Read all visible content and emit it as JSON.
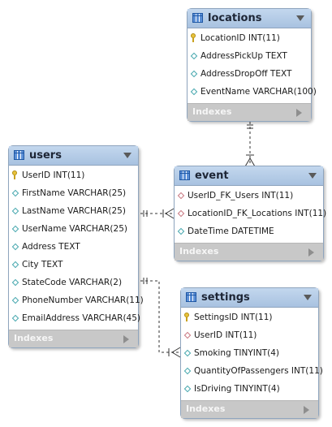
{
  "footer_label": "Indexes",
  "tables": {
    "locations": {
      "name": "locations",
      "columns": [
        {
          "icon": "key",
          "text": "LocationID INT(11)"
        },
        {
          "icon": "col",
          "text": "AddressPickUp TEXT"
        },
        {
          "icon": "col",
          "text": "AddressDropOff TEXT"
        },
        {
          "icon": "col",
          "text": "EventName VARCHAR(100)"
        }
      ]
    },
    "users": {
      "name": "users",
      "columns": [
        {
          "icon": "key",
          "text": "UserID INT(11)"
        },
        {
          "icon": "col",
          "text": "FirstName VARCHAR(25)"
        },
        {
          "icon": "col",
          "text": "LastName VARCHAR(25)"
        },
        {
          "icon": "col",
          "text": "UserName VARCHAR(25)"
        },
        {
          "icon": "col",
          "text": "Address TEXT"
        },
        {
          "icon": "col",
          "text": "City TEXT"
        },
        {
          "icon": "col",
          "text": "StateCode VARCHAR(2)"
        },
        {
          "icon": "col",
          "text": "PhoneNumber VARCHAR(11)"
        },
        {
          "icon": "col",
          "text": "EmailAddress VARCHAR(45)"
        }
      ]
    },
    "event": {
      "name": "event",
      "columns": [
        {
          "icon": "fk",
          "text": "UserID_FK_Users INT(11)"
        },
        {
          "icon": "fk",
          "text": "LocationID_FK_Locations INT(11)"
        },
        {
          "icon": "col",
          "text": "DateTime DATETIME"
        }
      ]
    },
    "settings": {
      "name": "settings",
      "columns": [
        {
          "icon": "key",
          "text": "SettingsID INT(11)"
        },
        {
          "icon": "fk",
          "text": "UserID INT(11)"
        },
        {
          "icon": "col",
          "text": "Smoking TINYINT(4)"
        },
        {
          "icon": "col",
          "text": "QuantityOfPassengers INT(11)"
        },
        {
          "icon": "col",
          "text": "IsDriving TINYINT(4)"
        }
      ]
    }
  },
  "colors": {
    "header": "#a8c2e0",
    "footer": "#c8c8c8",
    "connector": "#333333",
    "pk_icon": "#e8c23c",
    "column_icon": "#43a6ad",
    "fk_icon": "#c8767f"
  }
}
